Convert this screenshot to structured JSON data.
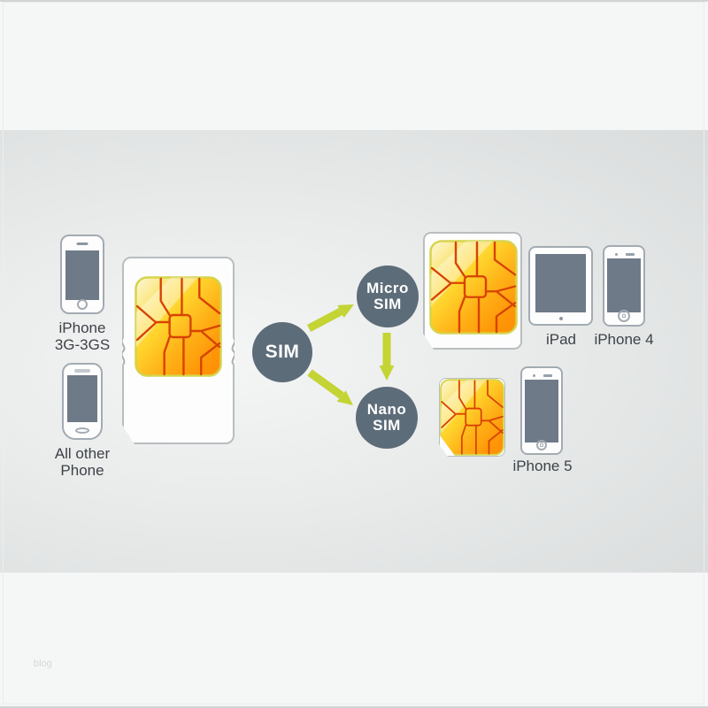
{
  "watermark": "blog",
  "nodes": {
    "sim": {
      "label": "SIM"
    },
    "micro": {
      "line1": "Micro",
      "line2": "SIM"
    },
    "nano": {
      "line1": "Nano",
      "line2": "SIM"
    }
  },
  "devices": {
    "iphone3g": {
      "label_line1": "iPhone",
      "label_line2": "3G-3GS"
    },
    "all_other": {
      "label_line1": "All other",
      "label_line2": "Phone"
    },
    "ipad": {
      "label": "iPad"
    },
    "iphone4": {
      "label": "iPhone 4"
    },
    "iphone5": {
      "label": "iPhone 5"
    }
  },
  "colors": {
    "arrow": "#c3d434",
    "node_circle": "#5d6c79",
    "screen": "#6e7a88",
    "device_outline": "#a3abb2",
    "card_border": "#b9bdbf",
    "chip_trace": "#d84301",
    "chip_gold": "#ffb117",
    "label_text": "#3d4247",
    "band": "#dfe2e2"
  }
}
